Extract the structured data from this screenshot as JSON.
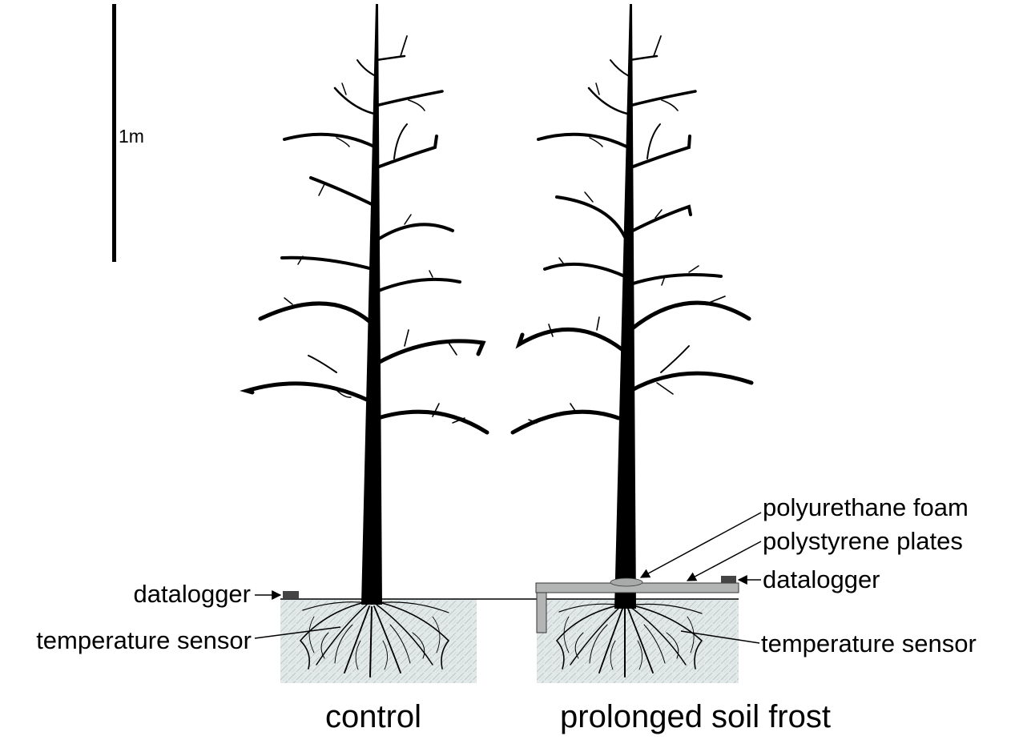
{
  "scale_bar": {
    "label": "1m"
  },
  "control": {
    "caption": "control",
    "labels": {
      "datalogger": "datalogger",
      "temperature_sensor": "temperature sensor"
    }
  },
  "frost": {
    "caption": "prolonged soil frost",
    "labels": {
      "polyurethane_foam": "polyurethane foam",
      "polystyrene_plates": "polystyrene plates",
      "datalogger": "datalogger",
      "temperature_sensor": "temperature sensor"
    }
  },
  "colors": {
    "ink": "#000000",
    "soil": "#dde4e4",
    "plate": "#b3b5b5",
    "logger": "#444444"
  }
}
